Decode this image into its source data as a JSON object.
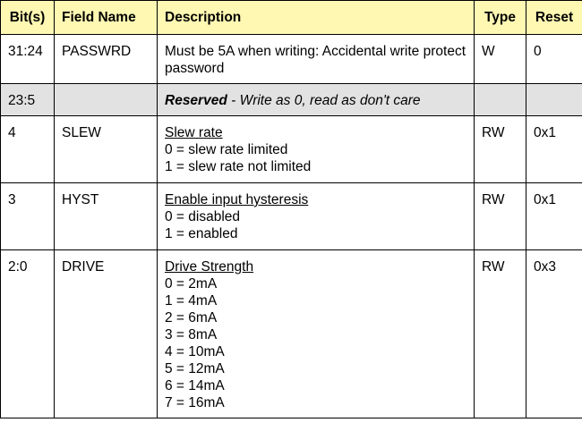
{
  "headers": {
    "bits": "Bit(s)",
    "field": "Field Name",
    "desc": "Description",
    "type": "Type",
    "reset": "Reset"
  },
  "rows": [
    {
      "bits": "31:24",
      "field": "PASSWRD",
      "desc": "Must be 5A when writing: Accidental write protect password",
      "type": "W",
      "reset": "0"
    },
    {
      "bits": "23:5",
      "field": "",
      "desc_bold": "Reserved",
      "desc_rest": " - Write as 0, read as don't care",
      "type": "",
      "reset": ""
    },
    {
      "bits": "4",
      "field": "SLEW",
      "desc_title": "Slew rate",
      "desc_lines": [
        "0 = slew rate limited",
        "1 = slew rate not limited"
      ],
      "type": "RW",
      "reset": "0x1"
    },
    {
      "bits": "3",
      "field": "HYST",
      "desc_title": "Enable input hysteresis",
      "desc_lines": [
        "0 = disabled",
        "1 = enabled"
      ],
      "type": "RW",
      "reset": "0x1"
    },
    {
      "bits": "2:0",
      "field": "DRIVE",
      "desc_title": "Drive Strength",
      "desc_lines": [
        "0 = 2mA",
        "1 = 4mA",
        "2 = 6mA",
        "3 = 8mA",
        "4 = 10mA",
        "5 = 12mA",
        "6 = 14mA",
        "7 = 16mA"
      ],
      "type": "RW",
      "reset": "0x3"
    }
  ]
}
